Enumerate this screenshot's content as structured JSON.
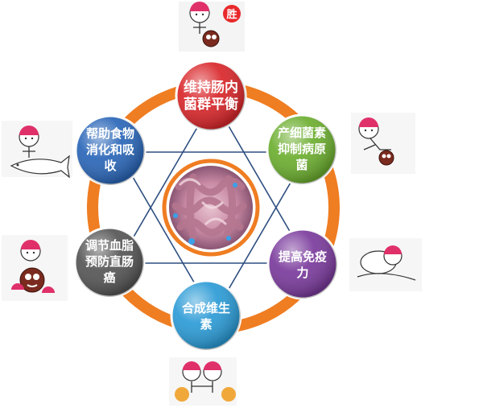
{
  "nodes": [
    {
      "id": "top",
      "lines": [
        "维持肠内",
        "菌群平衡"
      ],
      "color": "#d9262a"
    },
    {
      "id": "upper-right",
      "lines": [
        "产细菌素",
        "抑制病原",
        "菌"
      ],
      "color": "#6cae2f"
    },
    {
      "id": "lower-right",
      "lines": [
        "提高免疫",
        "力"
      ],
      "color": "#7a3a9c"
    },
    {
      "id": "bottom",
      "lines": [
        "合成维生",
        "素"
      ],
      "color": "#2b9bd6"
    },
    {
      "id": "lower-left",
      "lines": [
        "调节血脂",
        "预防直肠",
        "癌"
      ],
      "color": "#555555"
    },
    {
      "id": "upper-left",
      "lines": [
        "帮助食物",
        "消化和吸",
        "收"
      ],
      "color": "#2a66b8"
    }
  ],
  "badge": {
    "text": "胜",
    "color": "#e8292c"
  },
  "colors": {
    "ring": "#ef7d22",
    "hexagram": "#2e4f80"
  }
}
